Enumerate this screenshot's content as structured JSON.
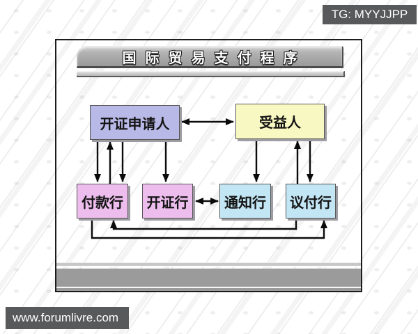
{
  "badges": {
    "telegram": "TG: MYYJJPP",
    "website": "www.forumlivre.com",
    "bg_color": "#58595b"
  },
  "slide": {
    "title": "国际贸易支付程序",
    "nodes": {
      "applicant": {
        "label": "开证申请人",
        "fill": "#b9b9e8"
      },
      "beneficiary": {
        "label": "受益人",
        "fill": "#f8f8c2"
      },
      "paying_bank": {
        "label": "付款行",
        "fill": "#edbded"
      },
      "issuing_bank": {
        "label": "开证行",
        "fill": "#edbded"
      },
      "advising_bank": {
        "label": "通知行",
        "fill": "#c3e6f4"
      },
      "negotiating_bank": {
        "label": "议付行",
        "fill": "#c3e6f4"
      }
    },
    "edges": [
      {
        "from": "applicant",
        "to": "beneficiary",
        "type": "double-headed"
      },
      {
        "from": "applicant",
        "to": "paying_bank",
        "type": "down"
      },
      {
        "from": "paying_bank",
        "to": "applicant",
        "type": "up"
      },
      {
        "from": "applicant",
        "to": "paying_bank",
        "type": "down"
      },
      {
        "from": "applicant",
        "to": "issuing_bank",
        "type": "down"
      },
      {
        "from": "beneficiary",
        "to": "advising_bank",
        "type": "down"
      },
      {
        "from": "negotiating_bank",
        "to": "beneficiary",
        "type": "up"
      },
      {
        "from": "beneficiary",
        "to": "negotiating_bank",
        "type": "down"
      },
      {
        "from": "issuing_bank",
        "to": "advising_bank",
        "type": "double-headed"
      },
      {
        "from": "negotiating_bank",
        "to": "paying_bank",
        "type": "elbow-bottom"
      },
      {
        "from": "paying_bank",
        "to": "negotiating_bank",
        "type": "elbow-bottom"
      }
    ],
    "colors": {
      "banner_top": "#d2d2d2",
      "banner_bottom": "#9a9a9a",
      "footer_bar": "#9b9b9b",
      "arrow": "#0b0b0b",
      "slide_border": "#1c1c1c"
    }
  }
}
